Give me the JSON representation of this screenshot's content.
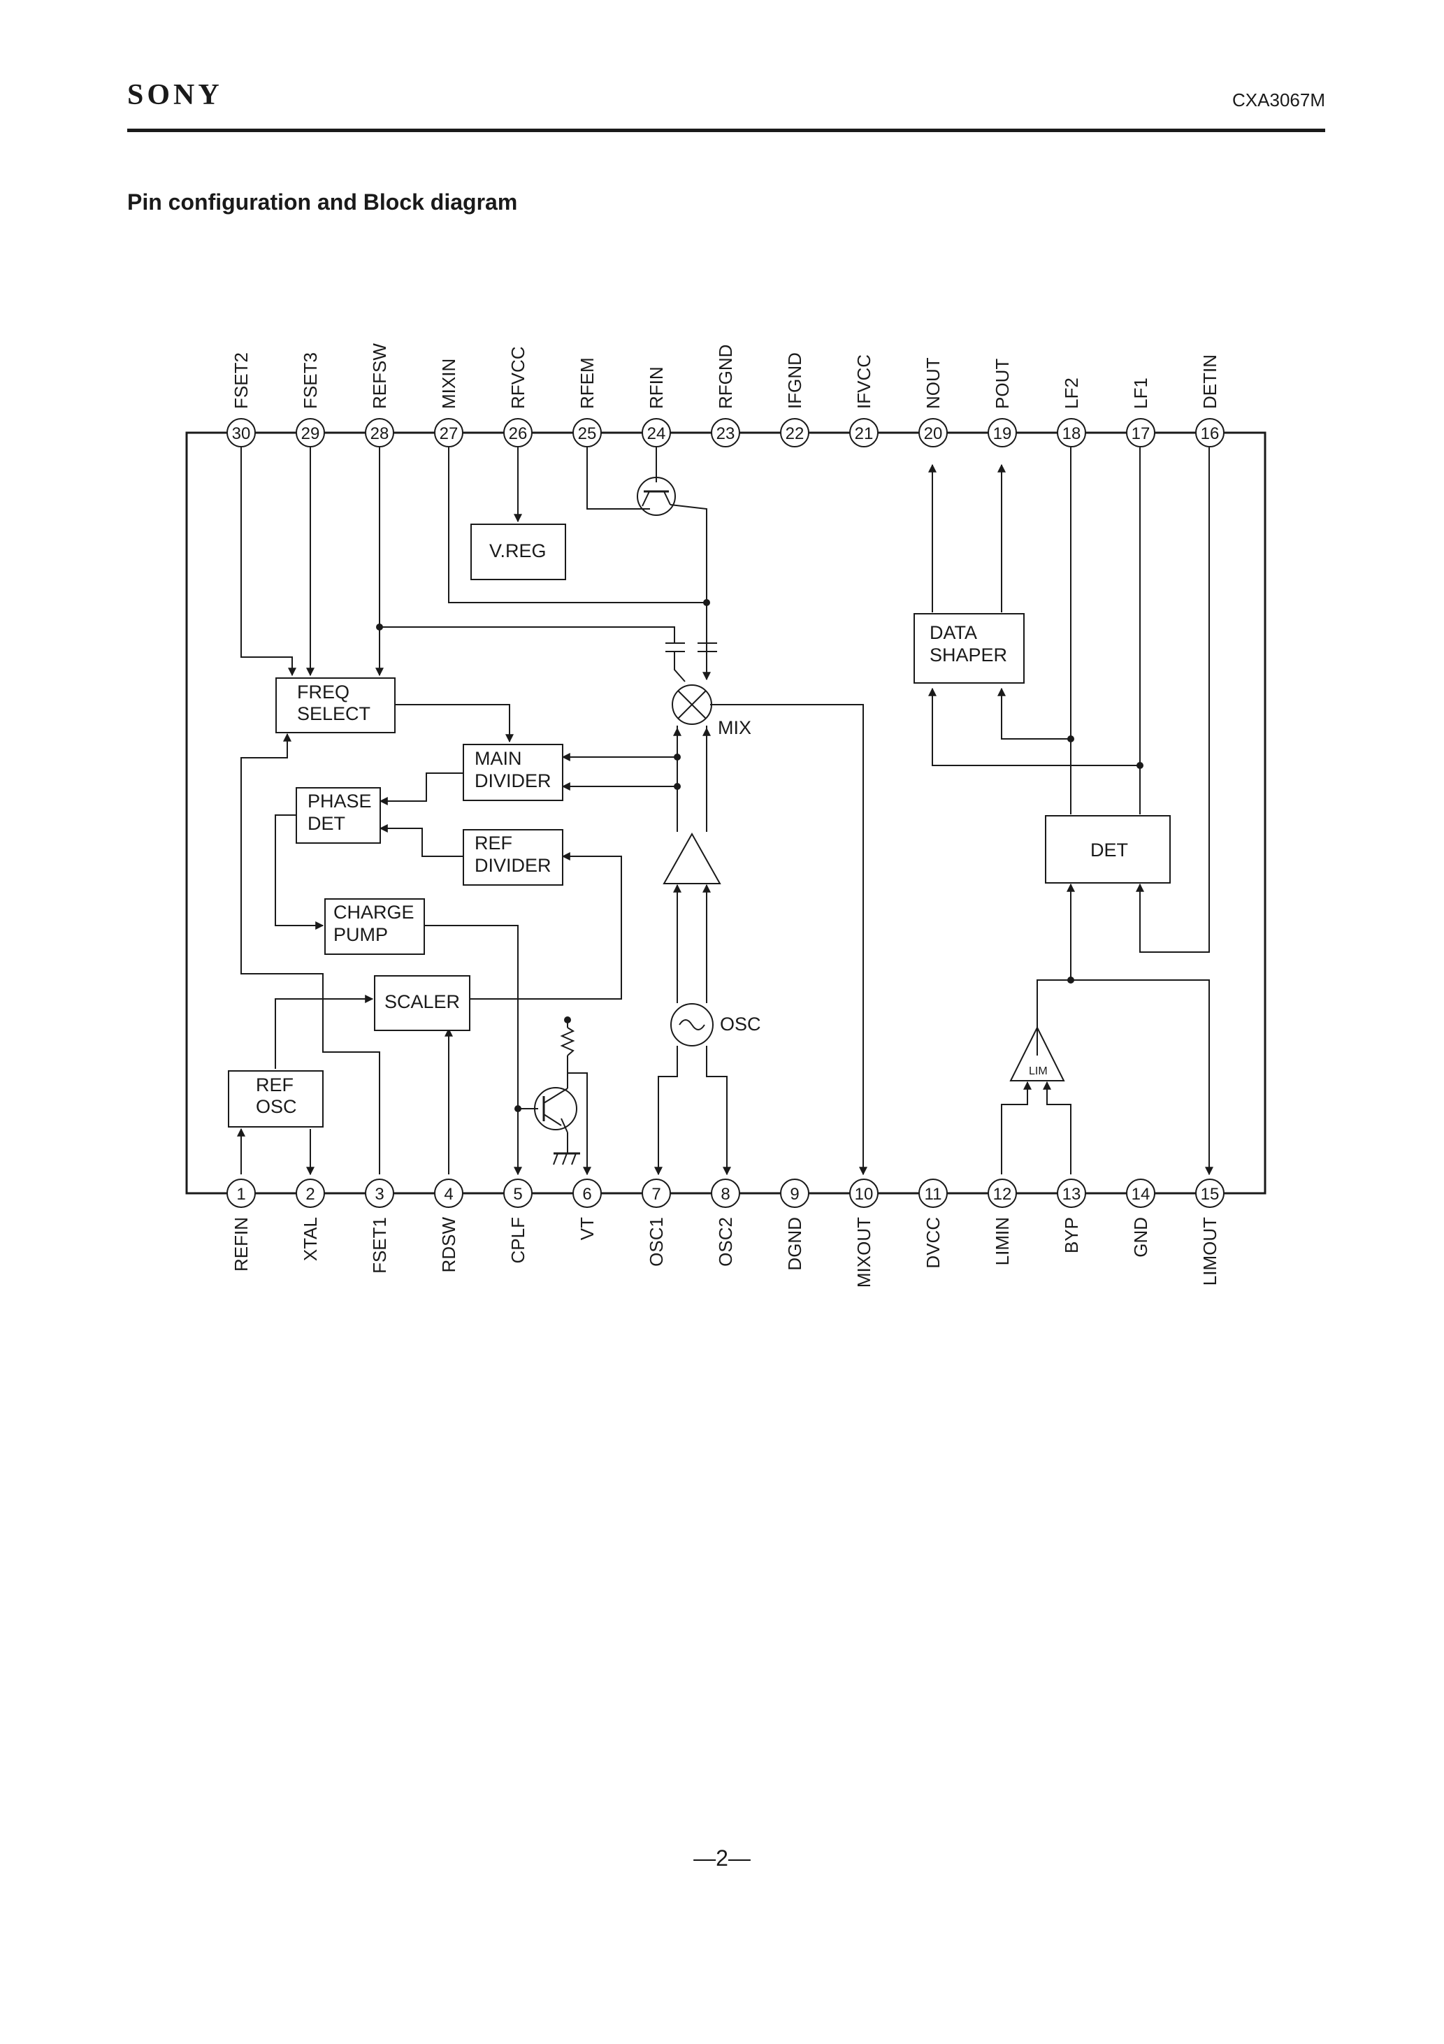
{
  "header": {
    "brand": "SONY",
    "part_number": "CXA3067M"
  },
  "title": "Pin configuration and Block diagram",
  "page_number": "—2—",
  "pins": {
    "top": [
      {
        "num": "30",
        "name": "FSET2"
      },
      {
        "num": "29",
        "name": "FSET3"
      },
      {
        "num": "28",
        "name": "REFSW"
      },
      {
        "num": "27",
        "name": "MIXIN"
      },
      {
        "num": "26",
        "name": "RFVCC"
      },
      {
        "num": "25",
        "name": "RFEM"
      },
      {
        "num": "24",
        "name": "RFIN"
      },
      {
        "num": "23",
        "name": "RFGND"
      },
      {
        "num": "22",
        "name": "IFGND"
      },
      {
        "num": "21",
        "name": "IFVCC"
      },
      {
        "num": "20",
        "name": "NOUT"
      },
      {
        "num": "19",
        "name": "POUT"
      },
      {
        "num": "18",
        "name": "LF2"
      },
      {
        "num": "17",
        "name": "LF1"
      },
      {
        "num": "16",
        "name": "DETIN"
      }
    ],
    "bottom": [
      {
        "num": "1",
        "name": "REFIN"
      },
      {
        "num": "2",
        "name": "XTAL"
      },
      {
        "num": "3",
        "name": "FSET1"
      },
      {
        "num": "4",
        "name": "RDSW"
      },
      {
        "num": "5",
        "name": "CPLF"
      },
      {
        "num": "6",
        "name": "VT"
      },
      {
        "num": "7",
        "name": "OSC1"
      },
      {
        "num": "8",
        "name": "OSC2"
      },
      {
        "num": "9",
        "name": "DGND"
      },
      {
        "num": "10",
        "name": "MIXOUT"
      },
      {
        "num": "11",
        "name": "DVCC"
      },
      {
        "num": "12",
        "name": "LIMIN"
      },
      {
        "num": "13",
        "name": "BYP"
      },
      {
        "num": "14",
        "name": "GND"
      },
      {
        "num": "15",
        "name": "LIMOUT"
      }
    ]
  },
  "blocks": {
    "vreg": [
      "V.REG"
    ],
    "freq_select": [
      "FREQ",
      "SELECT"
    ],
    "main_divider": [
      "MAIN",
      "DIVIDER"
    ],
    "phase_det": [
      "PHASE",
      "DET"
    ],
    "ref_divider": [
      "REF",
      "DIVIDER"
    ],
    "charge_pump": [
      "CHARGE",
      "PUMP"
    ],
    "scaler": [
      "SCALER"
    ],
    "ref_osc": [
      "REF",
      "OSC"
    ],
    "data_shaper": [
      "DATA",
      "SHAPER"
    ],
    "det": [
      "DET"
    ]
  },
  "symbols": {
    "mix": "MIX",
    "osc": "OSC",
    "lim": "LIM"
  }
}
